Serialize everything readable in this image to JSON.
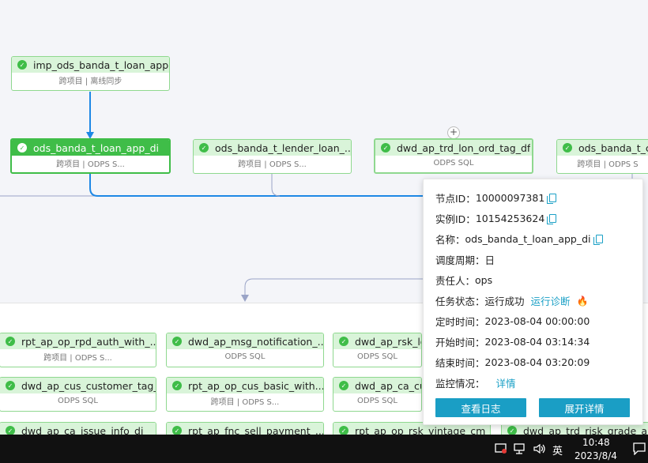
{
  "nodes": {
    "imp": {
      "name": "imp_ods_banda_t_loan_app",
      "sub": "跨项目 | 离线同步"
    },
    "ods_loan": {
      "name": "ods_banda_t_loan_app_di",
      "sub": "跨项目 | ODPS S..."
    },
    "ods_lender": {
      "name": "ods_banda_t_lender_loan_...",
      "sub": "跨项目 | ODPS S..."
    },
    "dwd_trd": {
      "name": "dwd_ap_trd_lon_ord_tag_df",
      "sub": "ODPS SQL"
    },
    "ods_cu": {
      "name": "ods_banda_t_cu",
      "sub": "跨项目 | ODPS S"
    },
    "rpt_auth": {
      "name": "rpt_ap_op_rpd_auth_with_...",
      "sub": "跨项目 | ODPS S..."
    },
    "dwd_msg": {
      "name": "dwd_ap_msg_notification_...",
      "sub": "ODPS SQL"
    },
    "dwd_rsk": {
      "name": "dwd_ap_rsk_lon",
      "sub": "ODPS SQL"
    },
    "dwd_cus": {
      "name": "dwd_ap_cus_customer_tag_...",
      "sub": "ODPS SQL"
    },
    "rpt_cus": {
      "name": "rpt_ap_op_cus_basic_with...",
      "sub": "跨项目 | ODPS S..."
    },
    "dwd_ca": {
      "name": "dwd_ap_ca_cus",
      "sub": "ODPS SQL"
    },
    "dwd_issue": {
      "name": "dwd_ap_ca_issue_info_di"
    },
    "rpt_fnc": {
      "name": "rpt_ap_fnc_sell_payment_..."
    },
    "rpt_vintage": {
      "name": "rpt_ap_op_rsk_vintage_cm"
    },
    "dwd_grade": {
      "name": "dwd_ap_trd_risk_grade_am..."
    }
  },
  "popup": {
    "node_id_label": "节点ID：",
    "node_id": "10000097381",
    "inst_id_label": "实例ID：",
    "inst_id": "10154253624",
    "name_label": "名称：",
    "name": "ods_banda_t_loan_app_di",
    "cycle_label": "调度周期：",
    "cycle": "日",
    "owner_label": "责任人：",
    "owner": "ops",
    "status_label": "任务状态：",
    "status": "运行成功",
    "diagnose": "运行诊断",
    "sched_label": "定时时间：",
    "sched": "2023-08-04 00:00:00",
    "start_label": "开始时间：",
    "start": "2023-08-04 03:14:34",
    "end_label": "结束时间：",
    "end": "2023-08-04 03:20:09",
    "monitor_label": "监控情况：",
    "monitor": "详情",
    "btn_log": "查看日志",
    "btn_expand": "展开详情"
  },
  "plus": "+",
  "taskbar": {
    "ime": "英",
    "time": "10:48",
    "date": "2023/8/4"
  },
  "colors": {
    "success": "#3fbd48",
    "accent": "#1a9ec5",
    "edge": "#1e88e5"
  }
}
